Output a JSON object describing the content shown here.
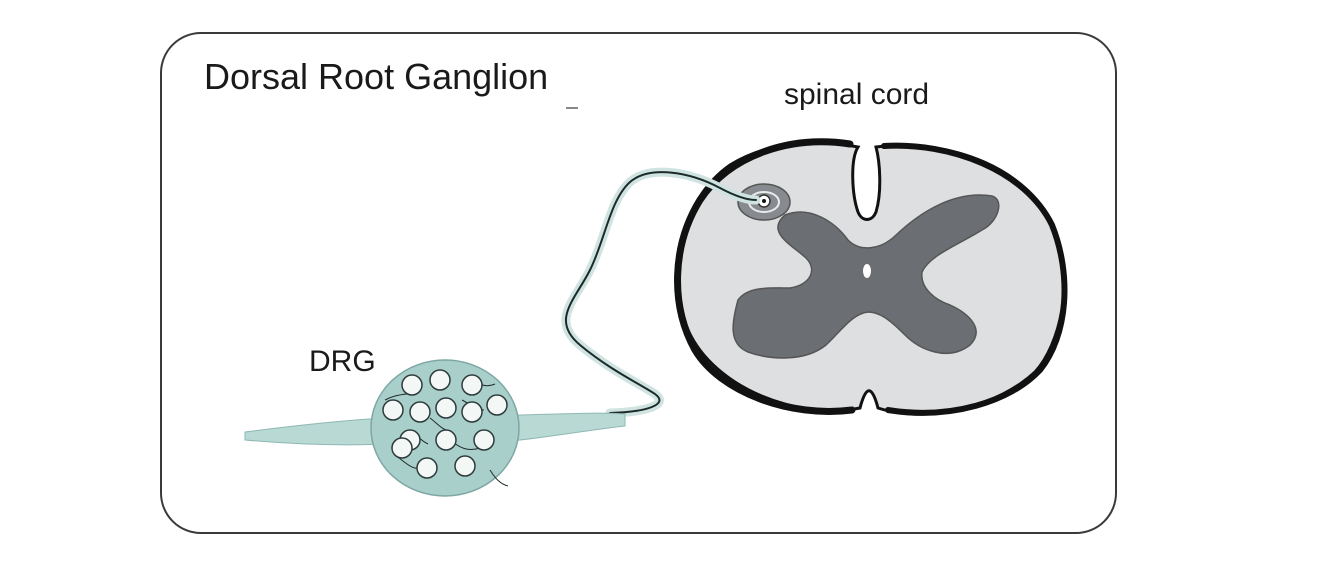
{
  "diagram": {
    "title": "Dorsal Root Ganglion",
    "labels": {
      "spinal_cord": "spinal cord",
      "drg": "DRG"
    }
  },
  "colors": {
    "frame_stroke": "#3a3a3a",
    "ganglion_fill": "#a9cfcb",
    "nerve_fill": "#b9d9d5",
    "cell_body_fill": "#f3f7f6",
    "white_matter": "#dedfe0",
    "gray_matter": "#6b6e72",
    "outline": "#111111"
  }
}
